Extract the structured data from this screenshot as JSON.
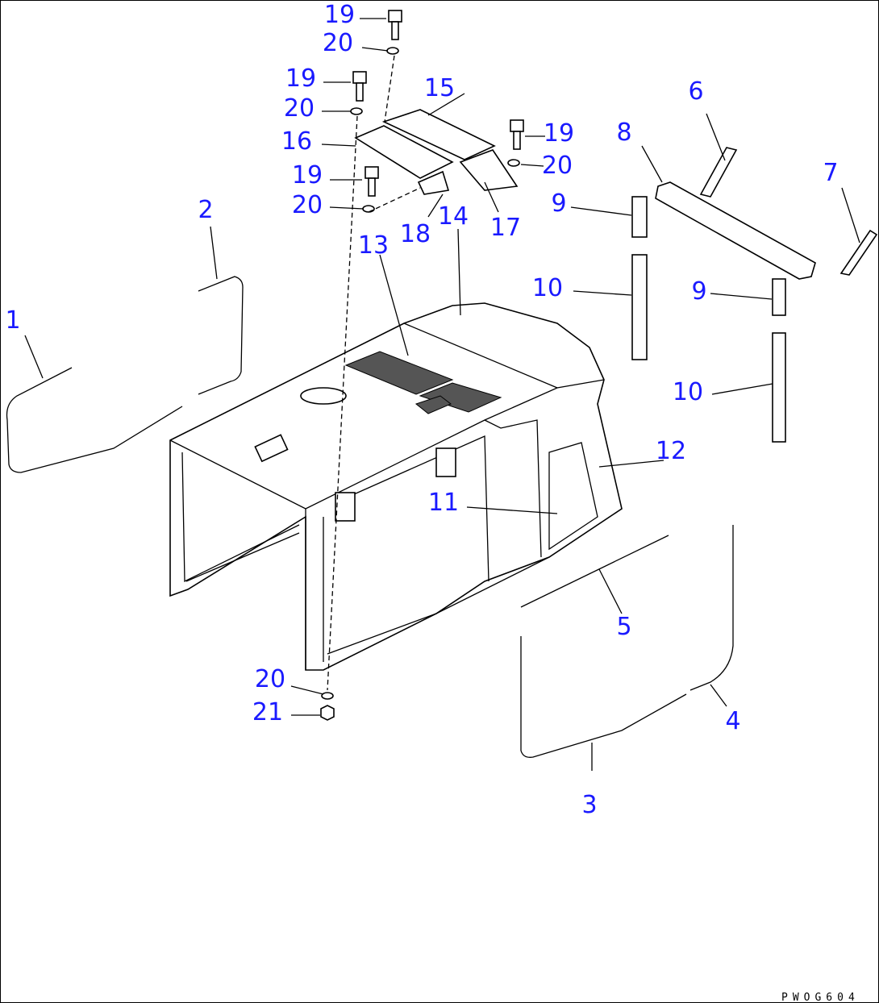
{
  "diagram": {
    "labels": [
      "19",
      "20",
      "19",
      "20",
      "15",
      "16",
      "19",
      "20",
      "19",
      "20",
      "18",
      "14",
      "17",
      "13",
      "2",
      "1",
      "6",
      "8",
      "7",
      "9",
      "9",
      "10",
      "10",
      "12",
      "11",
      "5",
      "4",
      "3",
      "20",
      "21"
    ],
    "drawing_code": "PWOG604"
  }
}
